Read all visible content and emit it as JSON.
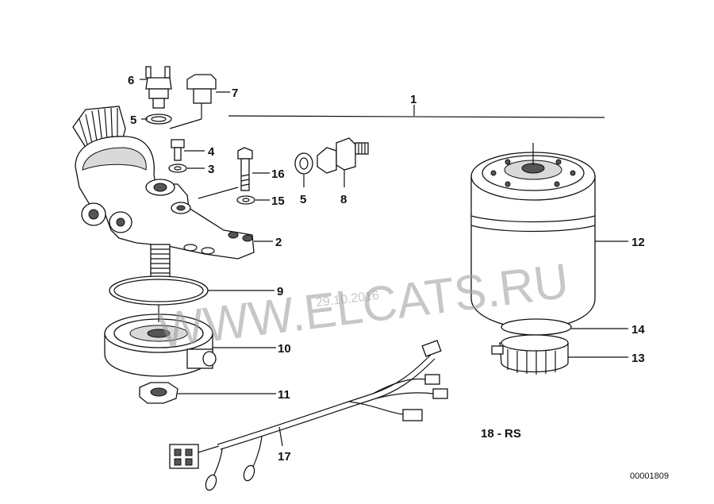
{
  "diagram": {
    "labels": {
      "p1": "1",
      "p2": "2",
      "p3": "3",
      "p4": "4",
      "p5a": "5",
      "p5b": "5",
      "p6": "6",
      "p7": "7",
      "p8": "8",
      "p9": "9",
      "p10": "10",
      "p11": "11",
      "p12": "12",
      "p13": "13",
      "p14": "14",
      "p15": "15",
      "p16": "16",
      "p17": "17"
    },
    "variant_note": "18 - RS",
    "reference_code": "00001809",
    "watermark": {
      "site": "WWW.ELCATS.RU",
      "date": "29.10.2016"
    }
  }
}
